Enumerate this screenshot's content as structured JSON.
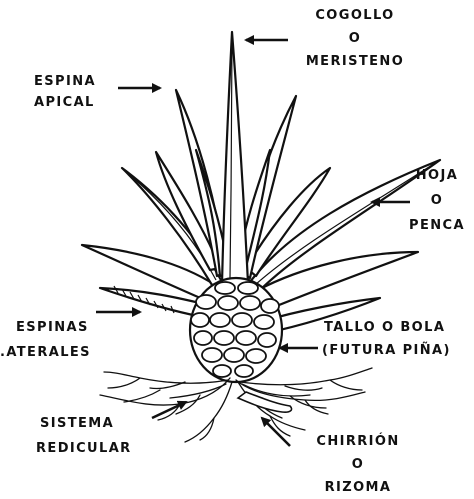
{
  "labels": {
    "cogollo": {
      "line1": "COGOLLO",
      "line2": "O",
      "line3": "MERISTENO"
    },
    "espina_apical": {
      "line1": "ESPINA",
      "line2": "APICAL"
    },
    "hoja": {
      "line1": "HOJA",
      "line2": "O",
      "line3": "PENCA"
    },
    "espinas_laterales": {
      "line1": "ESPINAS",
      "line2": ".ATERALES"
    },
    "tallo": {
      "line1": "TALLO O BOLA",
      "line2": "(FUTURA PIÑA)"
    },
    "sistema": {
      "line1": "SISTEMA",
      "line2": "REDICULAR"
    },
    "chirrion": {
      "line1": "CHIRRIÓN",
      "line2": "O",
      "line3": "RIZOMA"
    }
  },
  "colors": {
    "ink": "#111111",
    "background": "#ffffff"
  }
}
